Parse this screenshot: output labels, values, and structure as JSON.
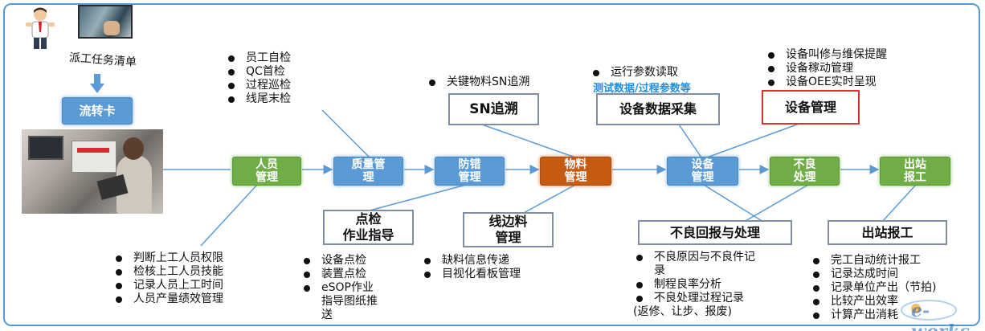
{
  "top_left": {
    "caption": "派工任务清单"
  },
  "card": {
    "label": "流转卡"
  },
  "flow_nodes": {
    "personnel": [
      "人员",
      "管理"
    ],
    "quality": [
      "质量管",
      "理"
    ],
    "errorproof": [
      "防错",
      "管理"
    ],
    "material": [
      "物料",
      "管理"
    ],
    "equipment": [
      "设备",
      "管理"
    ],
    "defect": [
      "不良",
      "处理"
    ],
    "outbound": [
      "出站",
      "报工"
    ]
  },
  "boxes": {
    "sn": "SN追溯",
    "data_collect": "设备数据采集",
    "device_mgmt": "设备管理",
    "inspection": [
      "点检",
      "作业指导"
    ],
    "lineside": [
      "线边料",
      "管理"
    ],
    "defect_report": "不良回报与处理",
    "outbound_report": "出站报工"
  },
  "quality_list": [
    "员工自检",
    "QC首检",
    "过程巡检",
    "线尾末检"
  ],
  "sn_list": [
    "关键物料SN追溯"
  ],
  "data_list": {
    "item": "运行参数读取",
    "highlight": "测试数据/过程参数等"
  },
  "device_list": [
    "设备叫修与维保提醒",
    "设备稼动管理",
    "设备OEE实时呈现"
  ],
  "personnel_list": [
    "判断上工人员权限",
    "检核上工人员技能",
    "记录人员上工时间",
    "人员产量绩效管理"
  ],
  "inspection_list": {
    "items": [
      "设备点检",
      "装置点检",
      "eSOP作业"
    ],
    "continuation": [
      "指导图纸推",
      "送"
    ]
  },
  "lineside_list": [
    "缺料信息传递",
    "目视化看板管理"
  ],
  "defect_list": {
    "item1": [
      "不良原因与不良件记",
      "录"
    ],
    "item2": "制程良率分析",
    "item3": [
      "不良处理过程记录",
      "(返修、让步、报废)"
    ]
  },
  "outbound_list": [
    "完工自动统计报工",
    "记录达成时间",
    "记录单位产出（节拍)",
    "比较产出效率",
    "计算产出消耗"
  ],
  "logo": {
    "text": "e-works"
  },
  "colors": {
    "green": "#70ad47",
    "blue": "#5b9bd5",
    "orange": "#c55a11",
    "red_border": "#e03030",
    "highlight": "#1e8fe0",
    "line": "#5b9bd5"
  }
}
